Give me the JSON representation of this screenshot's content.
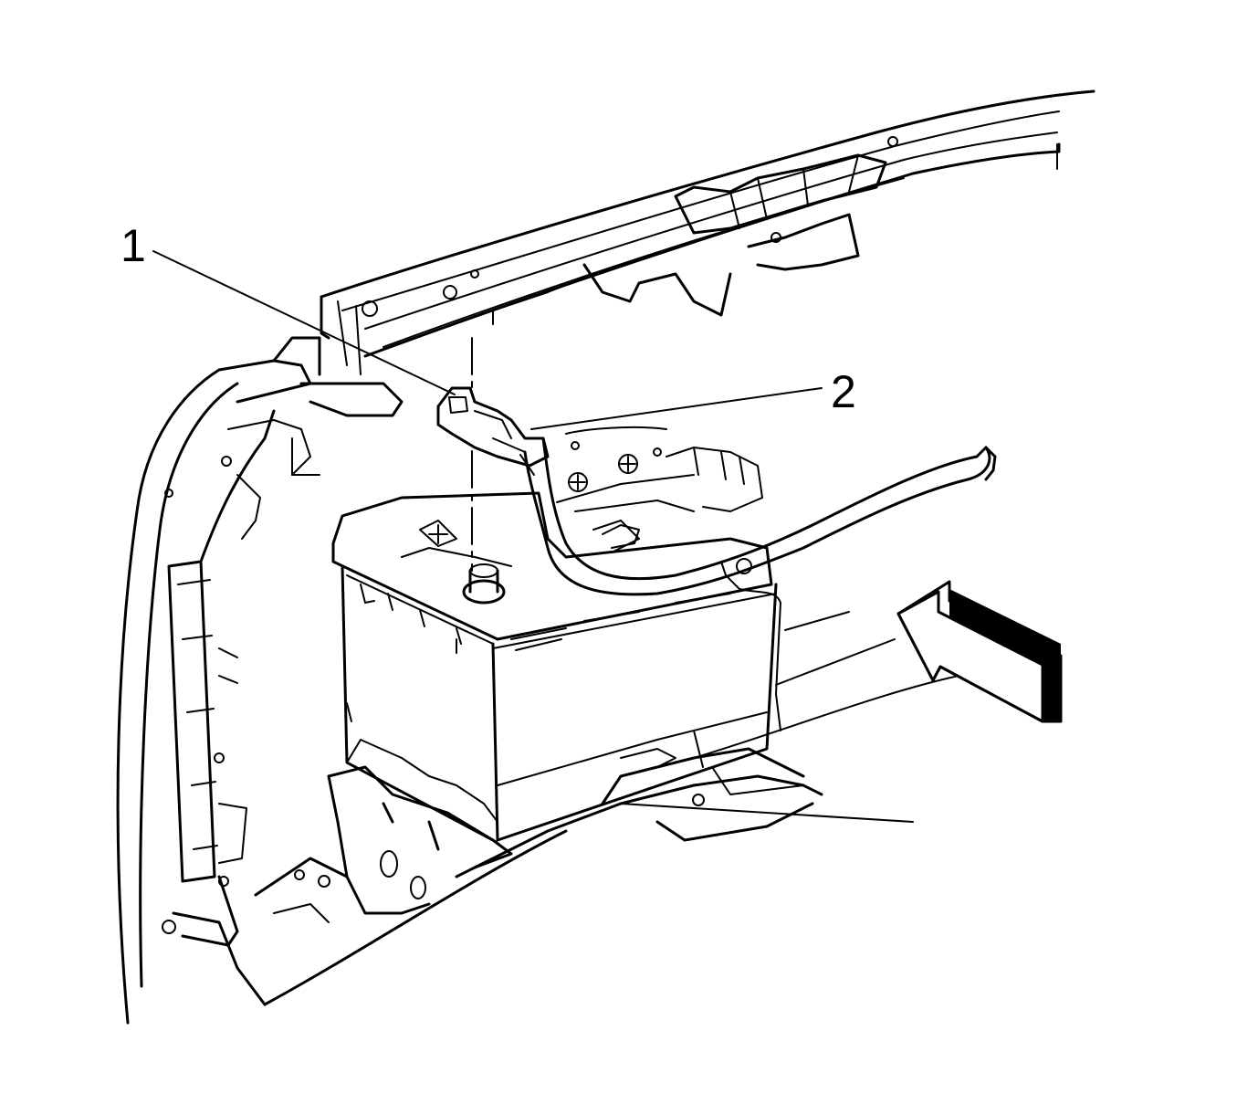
{
  "callouts": [
    {
      "label": "1",
      "part": "battery-negative-terminal-bolt"
    },
    {
      "label": "2",
      "part": "battery-negative-cable"
    }
  ],
  "icons": {
    "view_arrow": "view-direction-arrow-icon"
  },
  "colors": {
    "ink": "#000000",
    "paper": "#ffffff"
  }
}
